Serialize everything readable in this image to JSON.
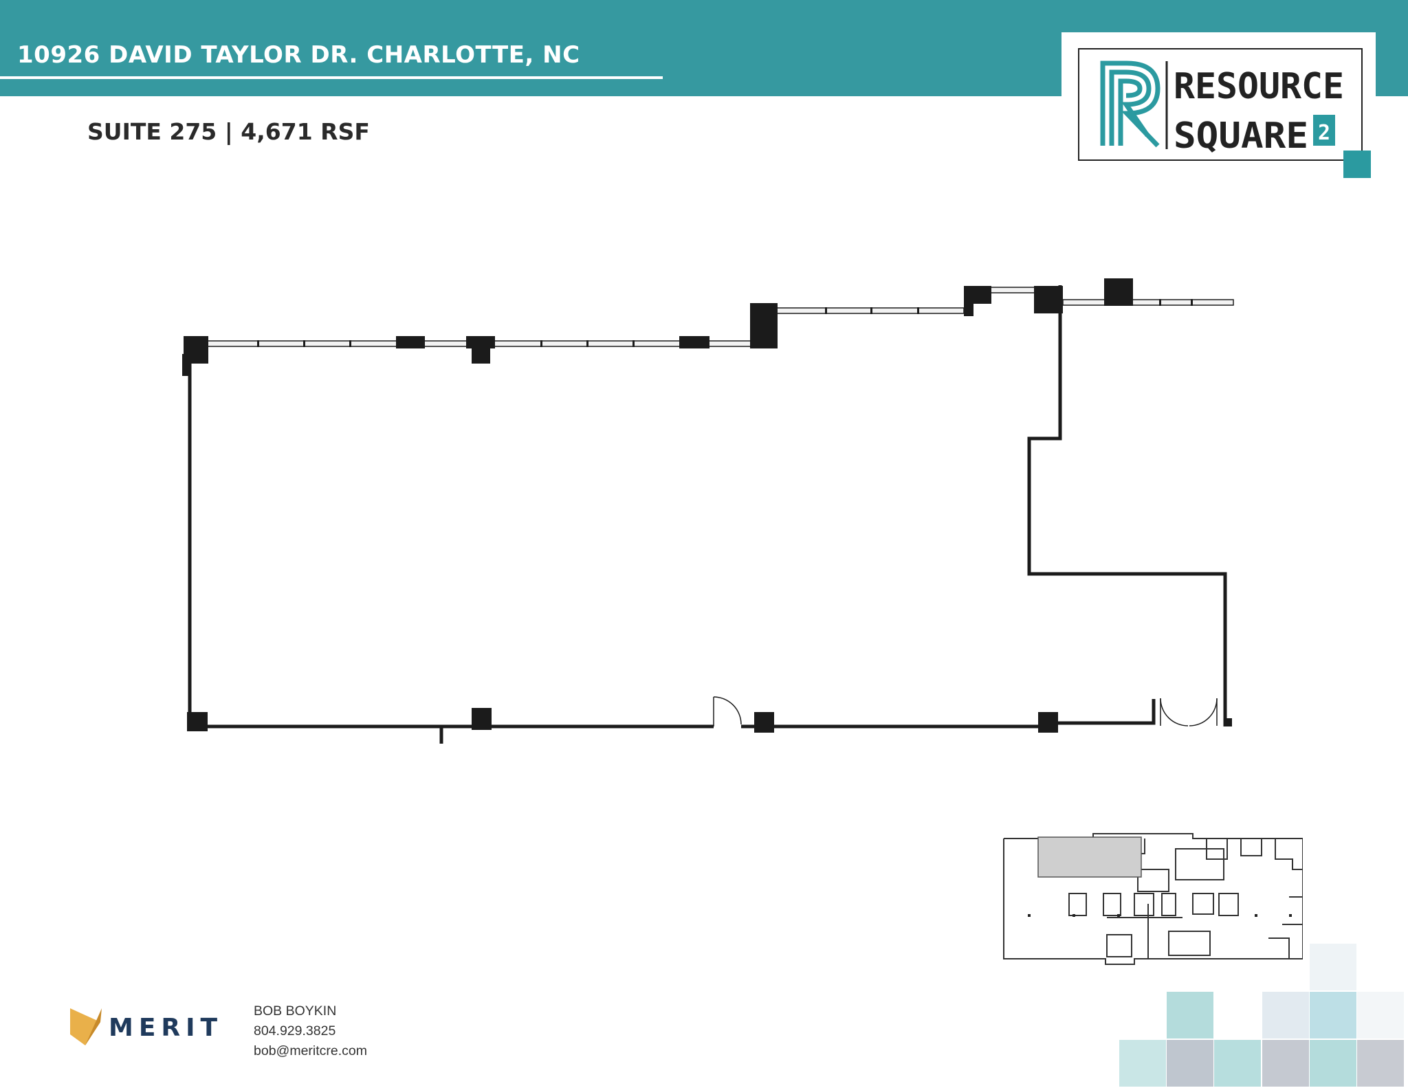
{
  "header": {
    "address": "10926 DAVID TAYLOR DR. CHARLOTTE, NC",
    "suite_title": "SUITE 275 | 4,671 RSF"
  },
  "logo": {
    "word1": "RESOURCE",
    "word2": "SQUARE",
    "number": "2",
    "accent_color": "#2b9aa0"
  },
  "broker": {
    "company": "MERIT",
    "name": "BOB BOYKIN",
    "phone": "804.929.3825",
    "email": "bob@meritcre.com"
  },
  "colors": {
    "header_bar": "#3699a0",
    "wall": "#1b1b1b",
    "highlight_suite": "#cfcfcf",
    "merit_gold": "#e9b04a",
    "merit_navy": "#1f3a5c"
  }
}
